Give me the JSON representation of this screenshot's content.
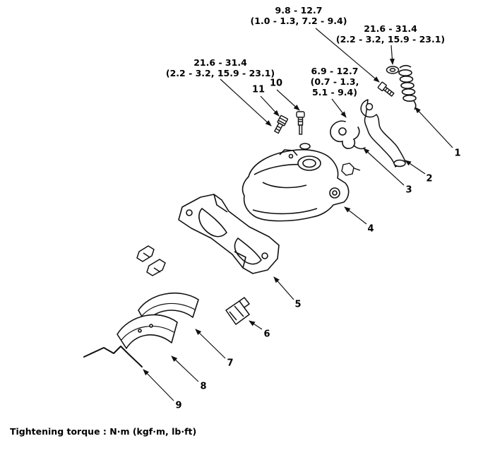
{
  "diagram": {
    "torque_labels": {
      "top": {
        "line1": "9.8 - 12.7",
        "line2": "(1.0 - 1.3, 7.2 - 9.4)"
      },
      "right": {
        "line1": "21.6 - 31.4",
        "line2": "(2.2 - 3.2, 15.9 - 23.1)"
      },
      "left": {
        "line1": "21.6 - 31.4",
        "line2": "(2.2 - 3.2, 15.9 - 23.1)"
      },
      "mid": {
        "line1": "6.9 - 12.7",
        "line2": "(0.7 - 1.3,",
        "line3": "5.1 - 9.4)"
      }
    },
    "callouts": {
      "c1": "1",
      "c2": "2",
      "c3": "3",
      "c4": "4",
      "c5": "5",
      "c6": "6",
      "c7": "7",
      "c8": "8",
      "c9": "9",
      "c10": "10",
      "c11": "11"
    }
  },
  "footer": {
    "torque_note": "Tightening torque : N·m (kgf·m, lb·ft)"
  },
  "colors": {
    "line": "#111111",
    "background": "#ffffff"
  }
}
